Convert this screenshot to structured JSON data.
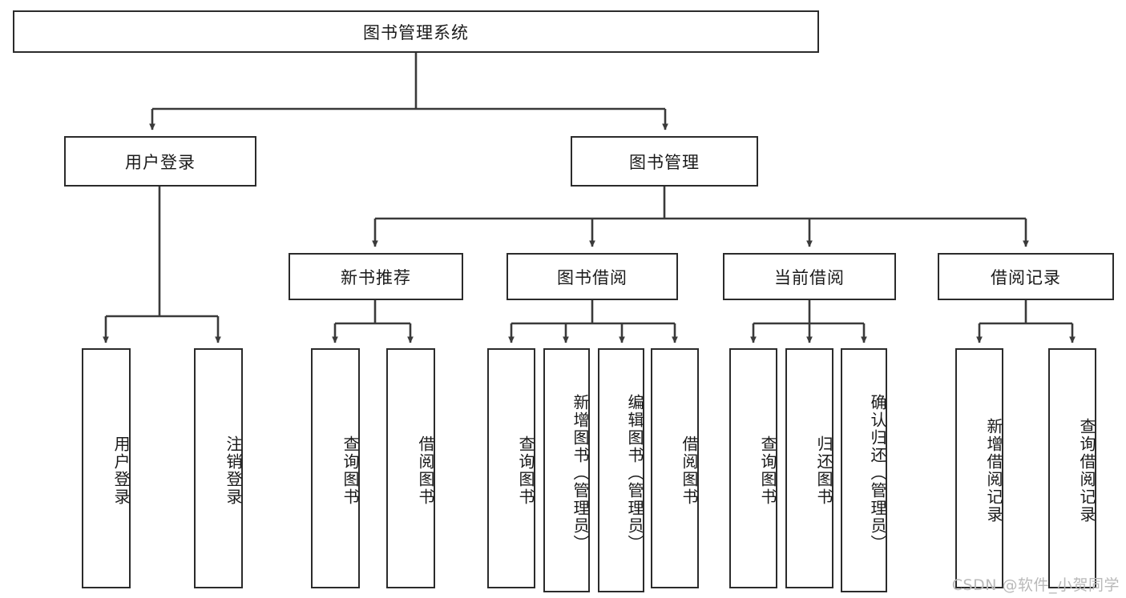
{
  "diagram": {
    "title": "图书管理系统",
    "watermark": "CSDN @软件_小贺同学",
    "colors": {
      "box_border": "#2b2b2b",
      "box_fill": "#ffffff",
      "edge": "#3a3a3a",
      "text": "#1a1a1a",
      "watermark": "#b9b9b9",
      "background": "#ffffff"
    },
    "nodes": {
      "root": "图书管理系统",
      "level2": {
        "user_login": "用户登录",
        "book_manage": "图书管理"
      },
      "level3": {
        "new_book_rec": "新书推荐",
        "book_borrow": "图书借阅",
        "current_borrow": "当前借阅",
        "borrow_record": "借阅记录"
      },
      "leaves": {
        "login_children": [
          "用户登录",
          "注销登录"
        ],
        "new_book_children": [
          "查询图书",
          "借阅图书"
        ],
        "borrow_children": [
          "查询图书",
          "新增图书（管理员）",
          "编辑图书（管理员）",
          "借阅图书"
        ],
        "current_children": [
          "查询图书",
          "归还图书",
          "确认归还（管理员）"
        ],
        "record_children": [
          "新增借阅记录",
          "查询借阅记录"
        ]
      }
    }
  }
}
